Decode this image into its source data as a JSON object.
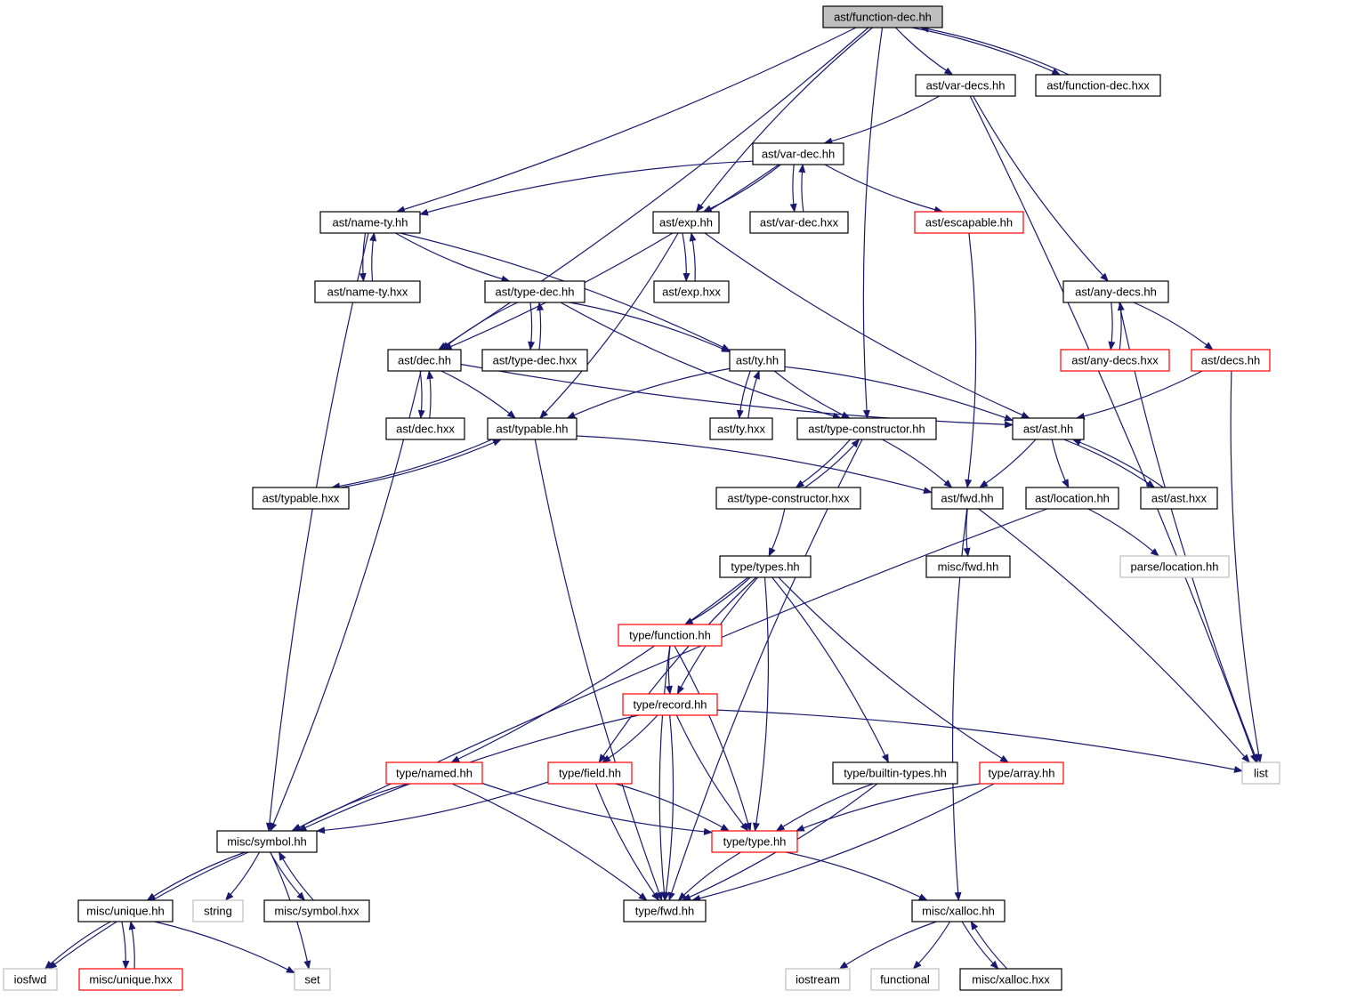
{
  "nodes": [
    {
      "id": "function_dec_hh",
      "label": "ast/function-dec.hh",
      "style": "root"
    },
    {
      "id": "var_decs_hh",
      "label": "ast/var-decs.hh",
      "style": "normal"
    },
    {
      "id": "function_dec_hxx",
      "label": "ast/function-dec.hxx",
      "style": "normal"
    },
    {
      "id": "var_dec_hh",
      "label": "ast/var-dec.hh",
      "style": "normal"
    },
    {
      "id": "name_ty_hh",
      "label": "ast/name-ty.hh",
      "style": "normal"
    },
    {
      "id": "exp_hh",
      "label": "ast/exp.hh",
      "style": "normal"
    },
    {
      "id": "var_dec_hxx",
      "label": "ast/var-dec.hxx",
      "style": "normal"
    },
    {
      "id": "escapable_hh",
      "label": "ast/escapable.hh",
      "style": "red"
    },
    {
      "id": "name_ty_hxx",
      "label": "ast/name-ty.hxx",
      "style": "normal"
    },
    {
      "id": "type_dec_hh",
      "label": "ast/type-dec.hh",
      "style": "normal"
    },
    {
      "id": "exp_hxx",
      "label": "ast/exp.hxx",
      "style": "normal"
    },
    {
      "id": "any_decs_hh",
      "label": "ast/any-decs.hh",
      "style": "normal"
    },
    {
      "id": "dec_hh",
      "label": "ast/dec.hh",
      "style": "normal"
    },
    {
      "id": "type_dec_hxx",
      "label": "ast/type-dec.hxx",
      "style": "normal"
    },
    {
      "id": "ty_hh",
      "label": "ast/ty.hh",
      "style": "normal"
    },
    {
      "id": "any_decs_hxx",
      "label": "ast/any-decs.hxx",
      "style": "red"
    },
    {
      "id": "decs_hh",
      "label": "ast/decs.hh",
      "style": "red"
    },
    {
      "id": "dec_hxx",
      "label": "ast/dec.hxx",
      "style": "normal"
    },
    {
      "id": "typable_hh",
      "label": "ast/typable.hh",
      "style": "normal"
    },
    {
      "id": "ty_hxx",
      "label": "ast/ty.hxx",
      "style": "normal"
    },
    {
      "id": "type_constructor_hh",
      "label": "ast/type-constructor.hh",
      "style": "normal"
    },
    {
      "id": "ast_hh",
      "label": "ast/ast.hh",
      "style": "normal"
    },
    {
      "id": "typable_hxx",
      "label": "ast/typable.hxx",
      "style": "normal"
    },
    {
      "id": "type_constructor_hxx",
      "label": "ast/type-constructor.hxx",
      "style": "normal"
    },
    {
      "id": "fwd_hh",
      "label": "ast/fwd.hh",
      "style": "normal"
    },
    {
      "id": "location_hh",
      "label": "ast/location.hh",
      "style": "normal"
    },
    {
      "id": "ast_hxx",
      "label": "ast/ast.hxx",
      "style": "normal"
    },
    {
      "id": "types_hh",
      "label": "type/types.hh",
      "style": "normal"
    },
    {
      "id": "misc_fwd_hh",
      "label": "misc/fwd.hh",
      "style": "normal"
    },
    {
      "id": "parse_location_hh",
      "label": "parse/location.hh",
      "style": "ext"
    },
    {
      "id": "function_hh",
      "label": "type/function.hh",
      "style": "red"
    },
    {
      "id": "record_hh",
      "label": "type/record.hh",
      "style": "red"
    },
    {
      "id": "named_hh",
      "label": "type/named.hh",
      "style": "red"
    },
    {
      "id": "field_hh",
      "label": "type/field.hh",
      "style": "red"
    },
    {
      "id": "builtin_types_hh",
      "label": "type/builtin-types.hh",
      "style": "normal"
    },
    {
      "id": "array_hh",
      "label": "type/array.hh",
      "style": "red"
    },
    {
      "id": "list",
      "label": "list",
      "style": "ext"
    },
    {
      "id": "symbol_hh",
      "label": "misc/symbol.hh",
      "style": "normal"
    },
    {
      "id": "type_hh",
      "label": "type/type.hh",
      "style": "red"
    },
    {
      "id": "unique_hh",
      "label": "misc/unique.hh",
      "style": "normal"
    },
    {
      "id": "string",
      "label": "string",
      "style": "ext"
    },
    {
      "id": "symbol_hxx",
      "label": "misc/symbol.hxx",
      "style": "normal"
    },
    {
      "id": "type_fwd_hh",
      "label": "type/fwd.hh",
      "style": "normal"
    },
    {
      "id": "xalloc_hh",
      "label": "misc/xalloc.hh",
      "style": "normal"
    },
    {
      "id": "iosfwd",
      "label": "iosfwd",
      "style": "ext"
    },
    {
      "id": "unique_hxx",
      "label": "misc/unique.hxx",
      "style": "red"
    },
    {
      "id": "set",
      "label": "set",
      "style": "ext"
    },
    {
      "id": "iostream",
      "label": "iostream",
      "style": "ext"
    },
    {
      "id": "functional",
      "label": "functional",
      "style": "ext"
    },
    {
      "id": "xalloc_hxx",
      "label": "misc/xalloc.hxx",
      "style": "normal"
    }
  ],
  "edges": [
    [
      "function_dec_hh",
      "var_decs_hh"
    ],
    [
      "function_dec_hh",
      "function_dec_hxx"
    ],
    [
      "function_dec_hxx",
      "function_dec_hh"
    ],
    [
      "function_dec_hh",
      "name_ty_hh"
    ],
    [
      "function_dec_hh",
      "exp_hh"
    ],
    [
      "function_dec_hh",
      "dec_hh"
    ],
    [
      "function_dec_hh",
      "type_constructor_hh"
    ],
    [
      "var_decs_hh",
      "var_dec_hh"
    ],
    [
      "var_decs_hh",
      "any_decs_hh"
    ],
    [
      "var_decs_hh",
      "list"
    ],
    [
      "var_dec_hh",
      "name_ty_hh"
    ],
    [
      "var_dec_hh",
      "exp_hh"
    ],
    [
      "var_dec_hh",
      "var_dec_hxx"
    ],
    [
      "var_dec_hxx",
      "var_dec_hh"
    ],
    [
      "var_dec_hh",
      "escapable_hh"
    ],
    [
      "var_dec_hh",
      "dec_hh"
    ],
    [
      "name_ty_hh",
      "name_ty_hxx"
    ],
    [
      "name_ty_hxx",
      "name_ty_hh"
    ],
    [
      "name_ty_hh",
      "type_dec_hh"
    ],
    [
      "name_ty_hh",
      "ty_hh"
    ],
    [
      "name_ty_hh",
      "symbol_hh"
    ],
    [
      "exp_hh",
      "exp_hxx"
    ],
    [
      "exp_hxx",
      "exp_hh"
    ],
    [
      "exp_hh",
      "typable_hh"
    ],
    [
      "exp_hh",
      "ast_hh"
    ],
    [
      "escapable_hh",
      "fwd_hh"
    ],
    [
      "type_dec_hh",
      "dec_hh"
    ],
    [
      "type_dec_hh",
      "type_dec_hxx"
    ],
    [
      "type_dec_hxx",
      "type_dec_hh"
    ],
    [
      "type_dec_hh",
      "ty_hh"
    ],
    [
      "type_dec_hh",
      "type_constructor_hh"
    ],
    [
      "any_decs_hh",
      "any_decs_hxx"
    ],
    [
      "any_decs_hxx",
      "any_decs_hh"
    ],
    [
      "any_decs_hh",
      "decs_hh"
    ],
    [
      "any_decs_hh",
      "list"
    ],
    [
      "decs_hh",
      "ast_hh"
    ],
    [
      "decs_hh",
      "list"
    ],
    [
      "dec_hh",
      "dec_hxx"
    ],
    [
      "dec_hxx",
      "dec_hh"
    ],
    [
      "dec_hh",
      "typable_hh"
    ],
    [
      "dec_hh",
      "ast_hh"
    ],
    [
      "dec_hh",
      "symbol_hh"
    ],
    [
      "ty_hh",
      "ty_hxx"
    ],
    [
      "ty_hxx",
      "ty_hh"
    ],
    [
      "ty_hh",
      "type_constructor_hh"
    ],
    [
      "ty_hh",
      "ast_hh"
    ],
    [
      "ty_hh",
      "typable_hh"
    ],
    [
      "typable_hh",
      "typable_hxx"
    ],
    [
      "typable_hxx",
      "typable_hh"
    ],
    [
      "typable_hh",
      "fwd_hh"
    ],
    [
      "typable_hh",
      "type_fwd_hh"
    ],
    [
      "type_constructor_hh",
      "type_constructor_hxx"
    ],
    [
      "type_constructor_hxx",
      "type_constructor_hh"
    ],
    [
      "type_constructor_hh",
      "fwd_hh"
    ],
    [
      "type_constructor_hh",
      "type_fwd_hh"
    ],
    [
      "ast_hh",
      "fwd_hh"
    ],
    [
      "ast_hh",
      "location_hh"
    ],
    [
      "ast_hh",
      "ast_hxx"
    ],
    [
      "ast_hxx",
      "ast_hh"
    ],
    [
      "type_constructor_hxx",
      "types_hh"
    ],
    [
      "fwd_hh",
      "misc_fwd_hh"
    ],
    [
      "fwd_hh",
      "list"
    ],
    [
      "fwd_hh",
      "xalloc_hh"
    ],
    [
      "location_hh",
      "parse_location_hh"
    ],
    [
      "location_hh",
      "symbol_hh"
    ],
    [
      "types_hh",
      "function_hh"
    ],
    [
      "types_hh",
      "record_hh"
    ],
    [
      "types_hh",
      "named_hh"
    ],
    [
      "types_hh",
      "field_hh"
    ],
    [
      "types_hh",
      "builtin_types_hh"
    ],
    [
      "types_hh",
      "array_hh"
    ],
    [
      "types_hh",
      "type_hh"
    ],
    [
      "function_hh",
      "record_hh"
    ],
    [
      "function_hh",
      "type_hh"
    ],
    [
      "function_hh",
      "type_fwd_hh"
    ],
    [
      "record_hh",
      "field_hh"
    ],
    [
      "record_hh",
      "type_hh"
    ],
    [
      "record_hh",
      "type_fwd_hh"
    ],
    [
      "record_hh",
      "symbol_hh"
    ],
    [
      "record_hh",
      "list"
    ],
    [
      "named_hh",
      "type_hh"
    ],
    [
      "named_hh",
      "type_fwd_hh"
    ],
    [
      "named_hh",
      "symbol_hh"
    ],
    [
      "field_hh",
      "type_hh"
    ],
    [
      "field_hh",
      "type_fwd_hh"
    ],
    [
      "field_hh",
      "symbol_hh"
    ],
    [
      "builtin_types_hh",
      "type_hh"
    ],
    [
      "builtin_types_hh",
      "type_fwd_hh"
    ],
    [
      "array_hh",
      "type_hh"
    ],
    [
      "array_hh",
      "type_fwd_hh"
    ],
    [
      "type_hh",
      "type_fwd_hh"
    ],
    [
      "type_hh",
      "xalloc_hh"
    ],
    [
      "symbol_hh",
      "unique_hh"
    ],
    [
      "symbol_hh",
      "string"
    ],
    [
      "symbol_hh",
      "symbol_hxx"
    ],
    [
      "symbol_hxx",
      "symbol_hh"
    ],
    [
      "symbol_hh",
      "iosfwd"
    ],
    [
      "symbol_hh",
      "set"
    ],
    [
      "unique_hh",
      "iosfwd"
    ],
    [
      "unique_hh",
      "unique_hxx"
    ],
    [
      "unique_hxx",
      "unique_hh"
    ],
    [
      "unique_hh",
      "set"
    ],
    [
      "xalloc_hh",
      "iostream"
    ],
    [
      "xalloc_hh",
      "functional"
    ],
    [
      "xalloc_hh",
      "xalloc_hxx"
    ],
    [
      "xalloc_hxx",
      "xalloc_hh"
    ]
  ],
  "colors": {
    "edge": "#191970",
    "root_fill": "#bfbfbf",
    "normal_border": "#000000",
    "red_border": "#ff0000",
    "ext_border": "#bfbfbf",
    "text": "#000000"
  }
}
